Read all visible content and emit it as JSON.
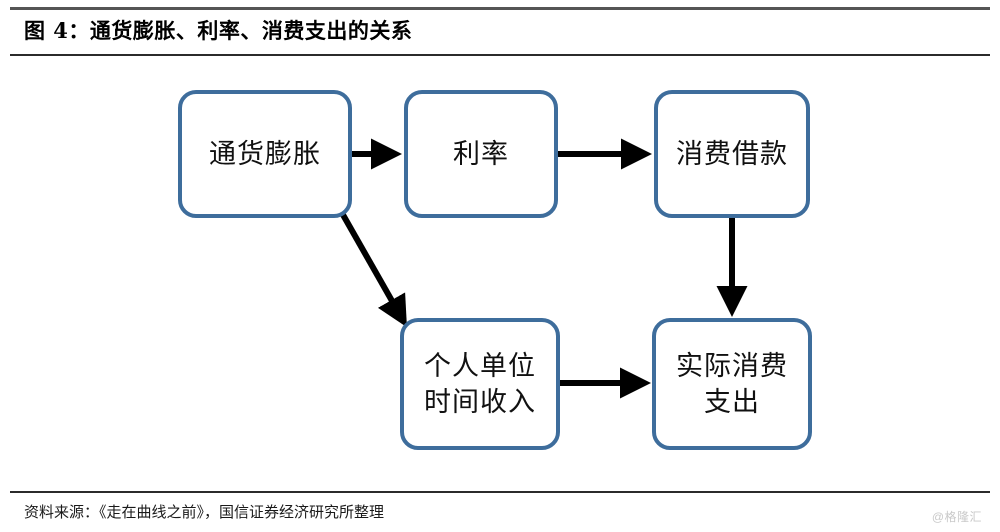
{
  "figure": {
    "title": "图 4：通货膨胀、利率、消费支出的关系",
    "source": "资料来源：《走在曲线之前》，国信证券经济研究所整理",
    "watermark": "@格隆汇"
  },
  "theme": {
    "node_border_color": "#3E6D9C",
    "node_fill_color": "#FFFFFF",
    "node_text_color": "#111111",
    "connector_color": "#000000",
    "rule_color": "#2B2B2B",
    "watermark_color": "#C9C9C9",
    "page_background": "#FFFFFF"
  },
  "diagram": {
    "type": "flowchart",
    "nodes": [
      {
        "id": "inflation",
        "label": "通货膨胀",
        "shape": "rounded-rect"
      },
      {
        "id": "interest_rate",
        "label": "利率",
        "shape": "rounded-rect"
      },
      {
        "id": "consumer_loan",
        "label": "消费借款",
        "shape": "rounded-rect"
      },
      {
        "id": "hourly_income",
        "label": "个人单位\n时间收入",
        "shape": "rounded-rect"
      },
      {
        "id": "actual_spend",
        "label": "实际消费\n支出",
        "shape": "rounded-rect"
      }
    ],
    "edges": [
      {
        "from": "inflation",
        "to": "interest_rate",
        "style": "straight-arrow",
        "direction": "right"
      },
      {
        "from": "interest_rate",
        "to": "consumer_loan",
        "style": "straight-arrow",
        "direction": "right"
      },
      {
        "from": "inflation",
        "to": "hourly_income",
        "style": "diagonal-arrow",
        "direction": "down-right"
      },
      {
        "from": "consumer_loan",
        "to": "actual_spend",
        "style": "straight-arrow",
        "direction": "down"
      },
      {
        "from": "hourly_income",
        "to": "actual_spend",
        "style": "straight-arrow",
        "direction": "right"
      }
    ]
  }
}
